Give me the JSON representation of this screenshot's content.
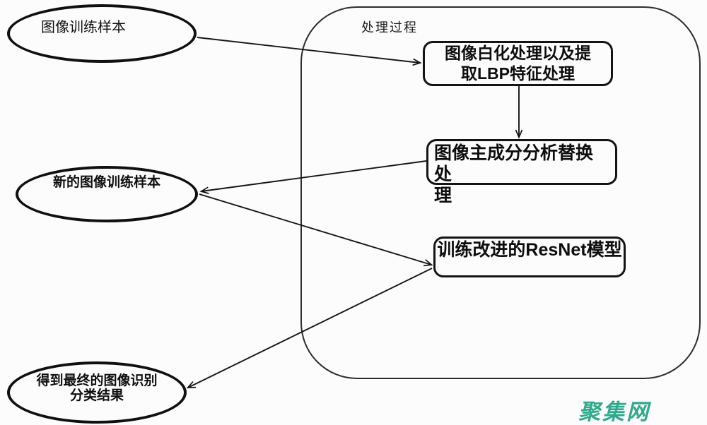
{
  "diagram": {
    "nodes": {
      "training_samples": {
        "shape": "ellipse",
        "label": "图像训练样本"
      },
      "new_training_samples": {
        "shape": "ellipse",
        "label": "新的图像训练样本"
      },
      "final_result": {
        "shape": "ellipse",
        "label": "得到最终的图像识别分类结果",
        "lines": [
          "得到最终的图像识别",
          "分类结果"
        ]
      },
      "process_group": {
        "shape": "rounded-container",
        "label": "处理过程"
      },
      "whitening_lbp": {
        "shape": "box",
        "label": "图像白化处理以及提取LBP特征处理",
        "lines": [
          "图像白化处理以及提",
          "取LBP特征处理"
        ]
      },
      "pca_replace": {
        "shape": "box",
        "label": "图像主成分分析替换处理",
        "lines": [
          "图像主成分分析替换处",
          "理"
        ]
      },
      "train_resnet": {
        "shape": "box",
        "label": "训练改进的ResNet模型"
      }
    },
    "edges": [
      {
        "from": "training_samples",
        "to": "whitening_lbp"
      },
      {
        "from": "whitening_lbp",
        "to": "pca_replace"
      },
      {
        "from": "pca_replace",
        "to": "new_training_samples"
      },
      {
        "from": "new_training_samples",
        "to": "train_resnet"
      },
      {
        "from": "train_resnet",
        "to": "final_result"
      }
    ],
    "colors": {
      "stroke": "#141414",
      "background": "#fcfcfc",
      "watermark": "#2faa8d"
    },
    "watermark": {
      "text": "聚集网"
    }
  }
}
